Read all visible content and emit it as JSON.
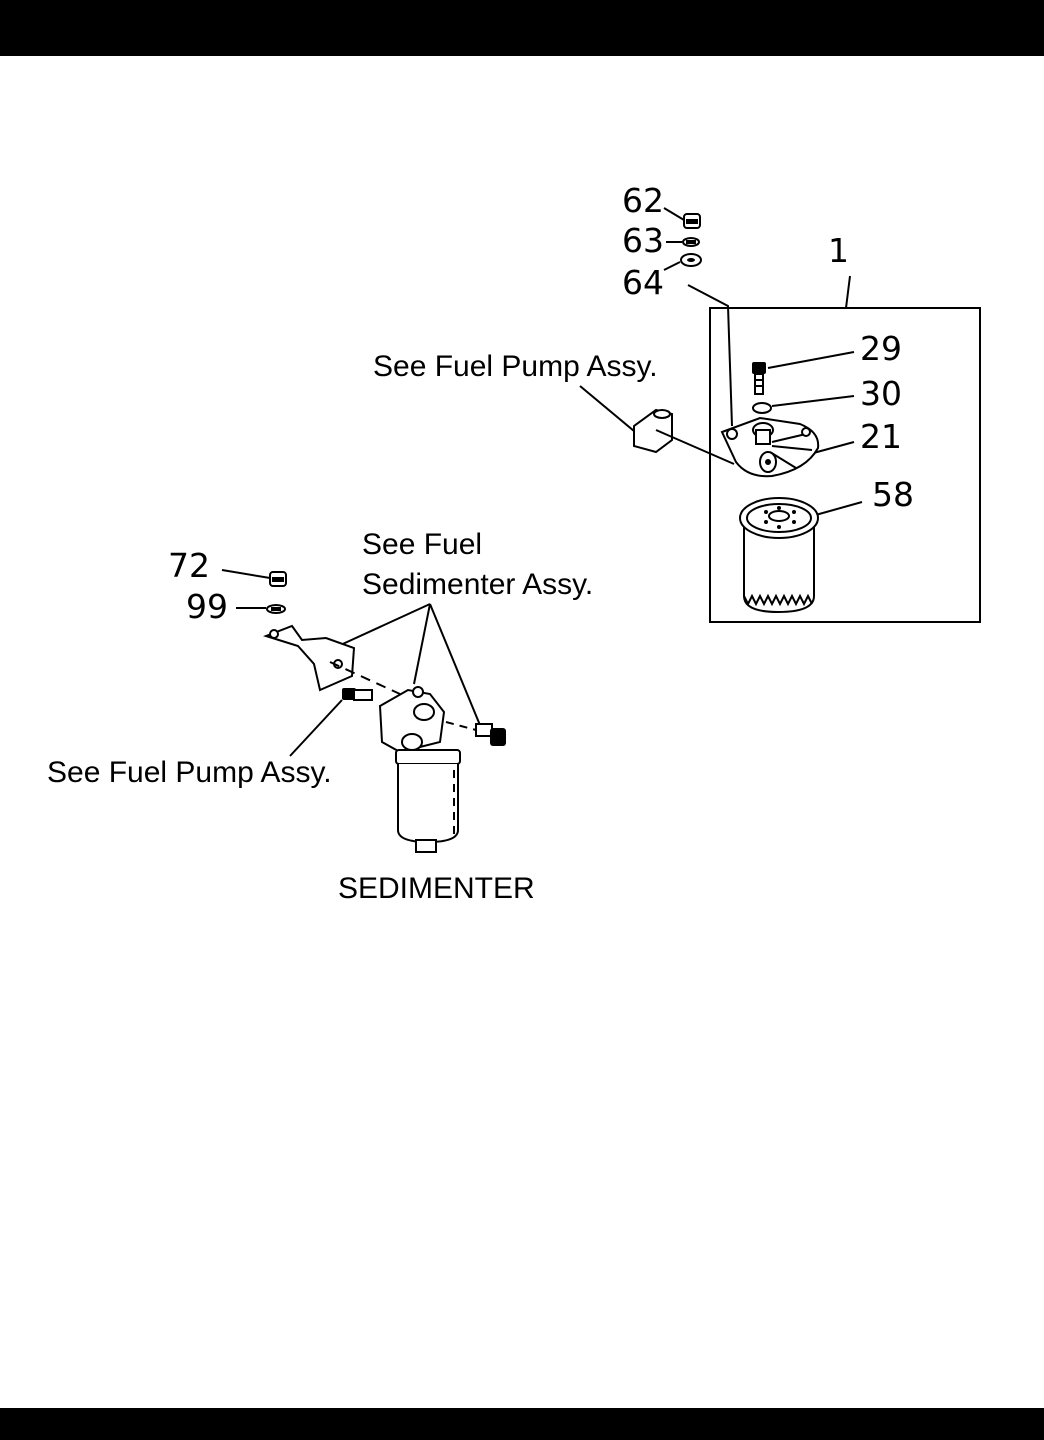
{
  "diagram": {
    "callouts": {
      "c62": "62",
      "c63": "63",
      "c64": "64",
      "c1": "1",
      "c29": "29",
      "c30": "30",
      "c21": "21",
      "c58": "58",
      "c72": "72",
      "c99": "99"
    },
    "labels": {
      "fuel_pump_upper": "See Fuel Pump Assy.",
      "sedimenter_ref_line1": "See Fuel",
      "sedimenter_ref_line2": "Sedimenter Assy.",
      "fuel_pump_lower": "See Fuel Pump Assy.",
      "sedimenter_caption": "SEDIMENTER"
    }
  }
}
